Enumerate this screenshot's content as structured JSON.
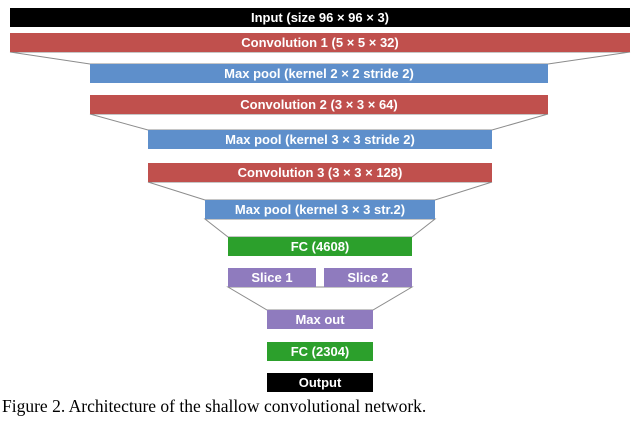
{
  "figure": {
    "caption": "Figure 2. Architecture of the shallow convolutional network."
  },
  "colors": {
    "input": "#000000",
    "output": "#000000",
    "conv": "#C0504D",
    "pool": "#5E8FCB",
    "fc": "#2CA02C",
    "slice": "#8F7BBE",
    "connector": "#8C8C8C"
  },
  "layers": {
    "input": "Input (size 96 × 96 × 3)",
    "conv1": "Convolution 1 (5 × 5 × 32)",
    "pool1": "Max pool (kernel 2 × 2 stride 2)",
    "conv2": "Convolution 2 (3 × 3 × 64)",
    "pool2": "Max pool (kernel 3 × 3 stride 2)",
    "conv3": "Convolution 3 (3 × 3 × 128)",
    "pool3": "Max pool (kernel 3 × 3 str.2)",
    "fc1": "FC (4608)",
    "slice1": "Slice 1",
    "slice2": "Slice 2",
    "maxout": "Max out",
    "fc2": "FC (2304)",
    "output": "Output"
  }
}
